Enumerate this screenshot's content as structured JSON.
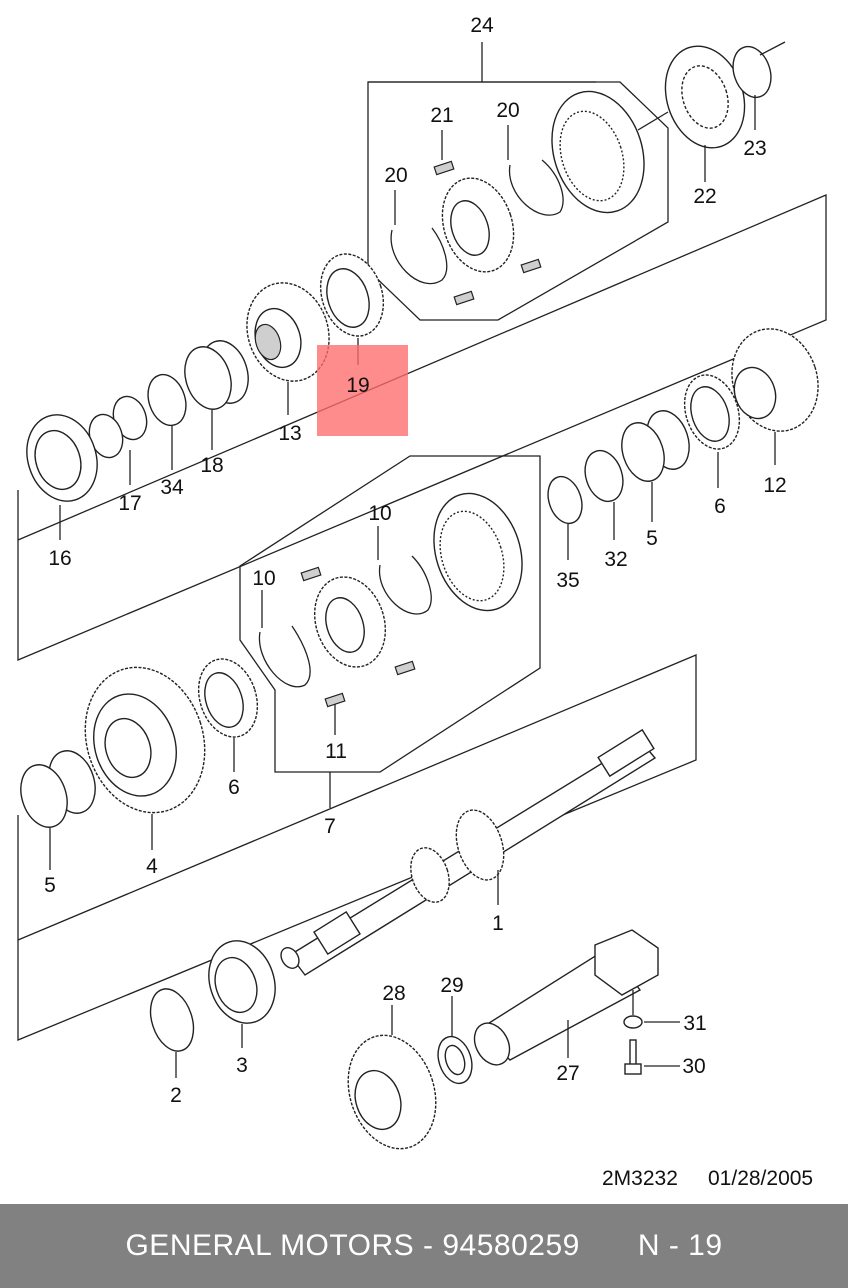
{
  "diagram": {
    "labels": {
      "p1": "1",
      "p2": "2",
      "p3": "3",
      "p4": "4",
      "p5a": "5",
      "p5b": "5",
      "p6a": "6",
      "p6b": "6",
      "p7": "7",
      "p10a": "10",
      "p10b": "10",
      "p11": "11",
      "p12": "12",
      "p13": "13",
      "p16": "16",
      "p17": "17",
      "p18": "18",
      "p19": "19",
      "p20a": "20",
      "p20b": "20",
      "p21": "21",
      "p22": "22",
      "p23": "23",
      "p24": "24",
      "p27": "27",
      "p28": "28",
      "p29": "29",
      "p30": "30",
      "p31": "31",
      "p32": "32",
      "p34": "34",
      "p35": "35"
    },
    "drawing_code": "2M3232",
    "date": "01/28/2005",
    "highlight_color": "#ff6b6b"
  },
  "footer": {
    "brand_part": "GENERAL MOTORS - 94580259",
    "position": "N - 19",
    "background": "#818181"
  }
}
